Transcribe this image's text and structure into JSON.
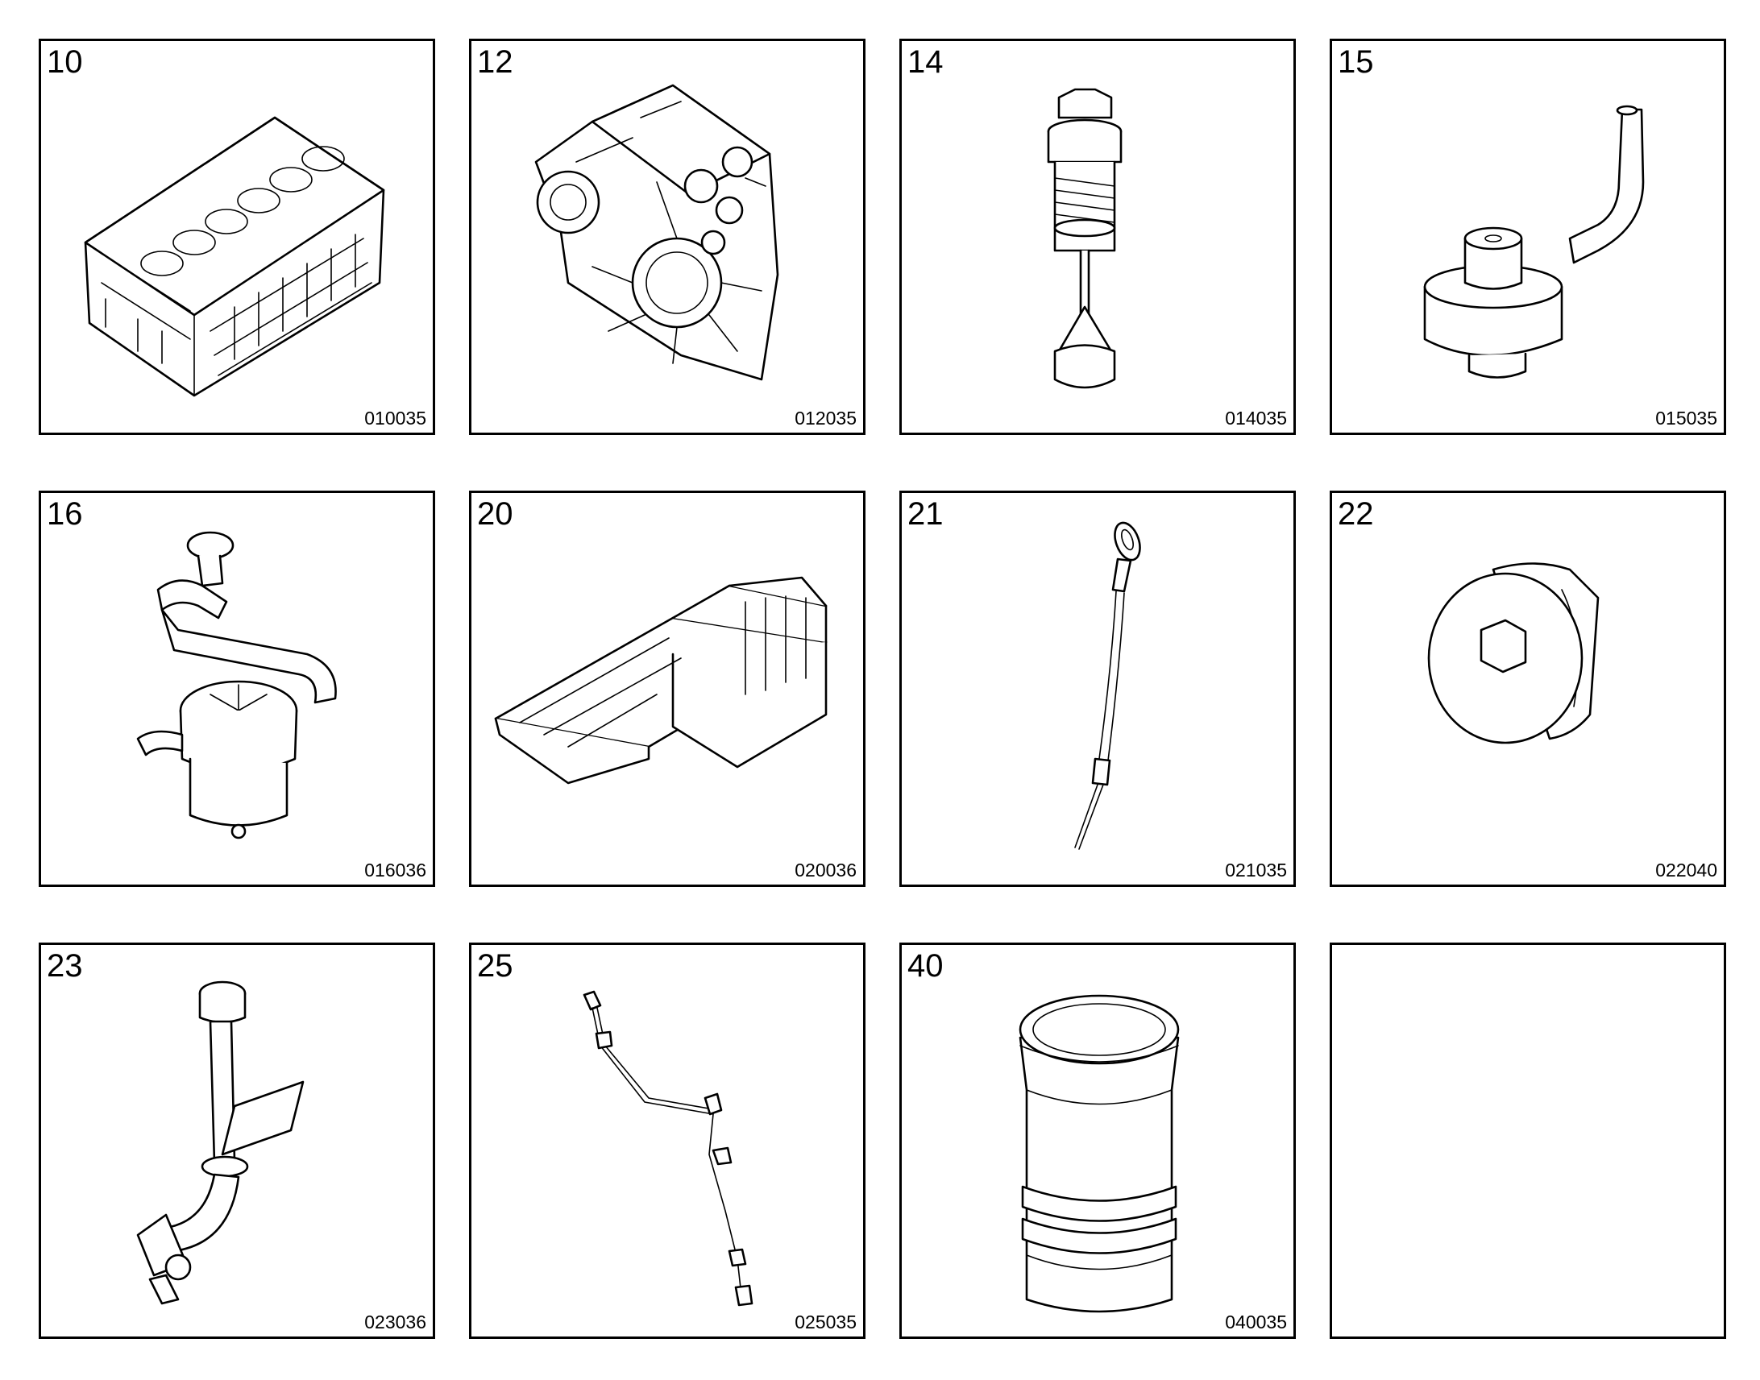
{
  "catalog": {
    "items": [
      {
        "number": "10",
        "code": "010035",
        "icon": "engine-block-icon"
      },
      {
        "number": "12",
        "code": "012035",
        "icon": "timing-cover-icon"
      },
      {
        "number": "14",
        "code": "014035",
        "icon": "oil-pressure-valve-icon"
      },
      {
        "number": "15",
        "code": "015035",
        "icon": "piston-cooling-nozzle-icon"
      },
      {
        "number": "16",
        "code": "016036",
        "icon": "crankcase-breather-icon"
      },
      {
        "number": "20",
        "code": "020036",
        "icon": "oil-sump-icon"
      },
      {
        "number": "21",
        "code": "021035",
        "icon": "dipstick-icon"
      },
      {
        "number": "22",
        "code": "022040",
        "icon": "drain-plug-icon"
      },
      {
        "number": "23",
        "code": "023036",
        "icon": "oil-filler-pipe-icon"
      },
      {
        "number": "25",
        "code": "025035",
        "icon": "wiring-harness-icon"
      },
      {
        "number": "40",
        "code": "040035",
        "icon": "cylinder-liner-icon"
      },
      {
        "number": "",
        "code": "",
        "icon": ""
      }
    ]
  }
}
